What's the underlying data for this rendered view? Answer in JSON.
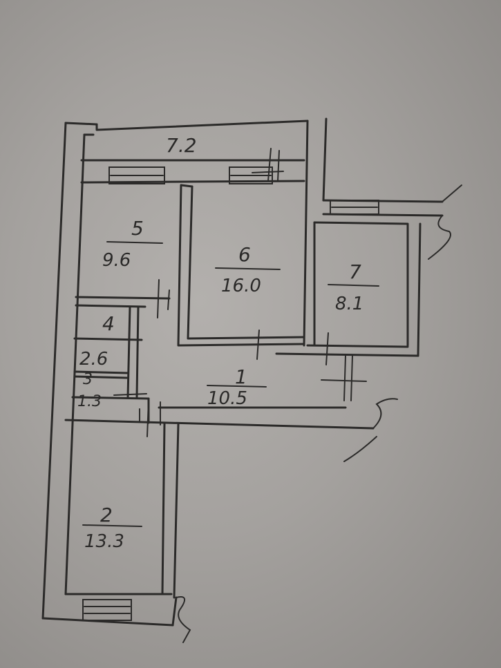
{
  "plan": {
    "balcony_label": "7.2",
    "rooms": [
      {
        "id": "5",
        "number": "5",
        "area": "9.6"
      },
      {
        "id": "6",
        "number": "6",
        "area": "16.0"
      },
      {
        "id": "7",
        "number": "7",
        "area": "8.1"
      },
      {
        "id": "4",
        "number": "4",
        "area": "2.6"
      },
      {
        "id": "3",
        "number": "3",
        "area": "1.3"
      },
      {
        "id": "1",
        "number": "1",
        "area": "10.5"
      },
      {
        "id": "2",
        "number": "2",
        "area": "13.3"
      }
    ]
  },
  "colors": {
    "paper": "#a9a6a3",
    "ink": "#2b2a29"
  }
}
